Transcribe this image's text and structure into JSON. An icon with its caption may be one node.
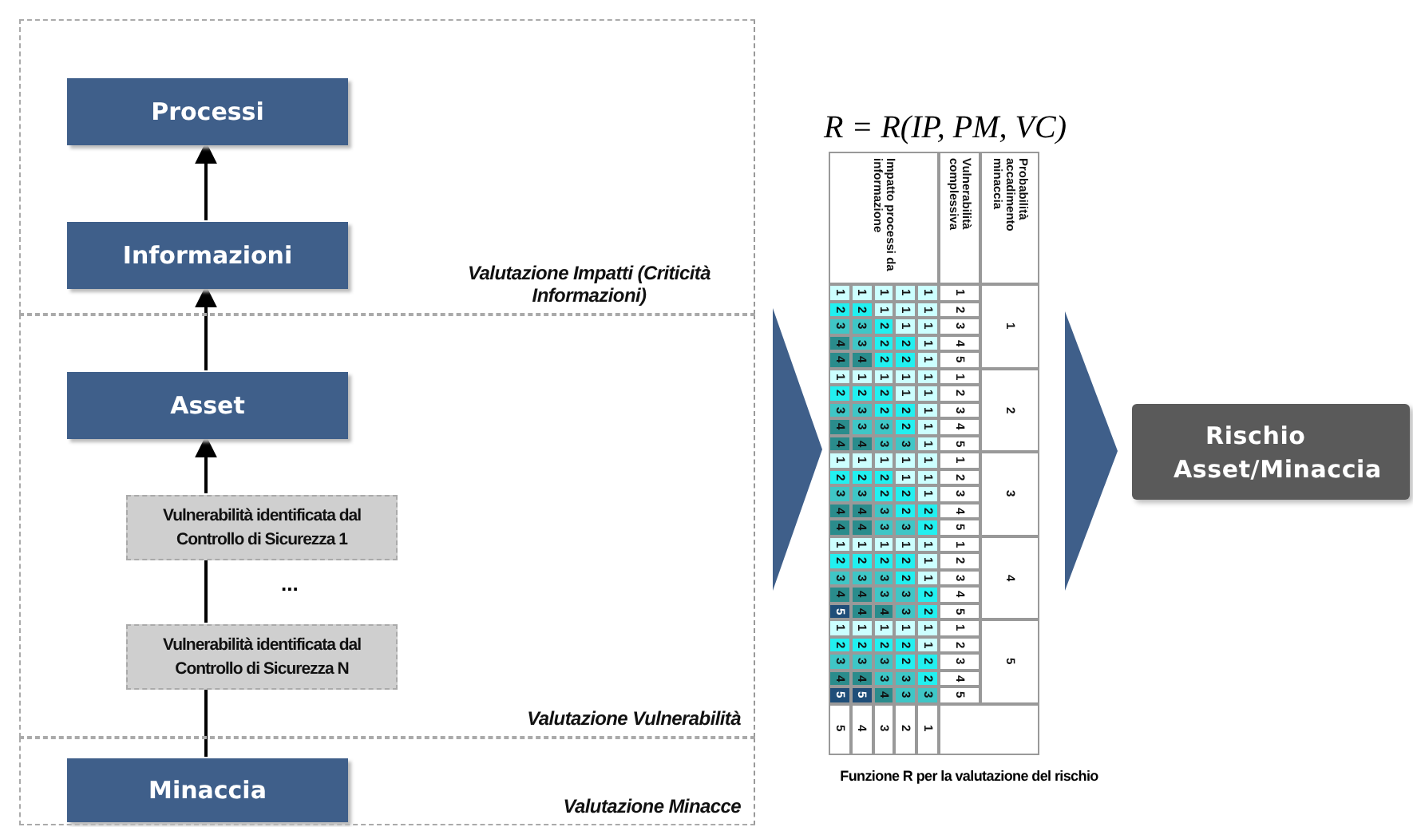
{
  "diagram": {
    "caption": "Funzione R per la valutazione del rischio",
    "nodes": [
      {
        "text": [
          "Valutazione Impatti (Criticità Informazioni)"
        ]
      },
      {
        "text": [
          "Processi"
        ],
        "in": 0
      },
      {
        "text": [
          "Informazioni"
        ],
        "in": 0
      },
      {
        "text": [
          "Valutazione Vulnerabilità"
        ]
      },
      {
        "text": [
          "Asset"
        ],
        "in": 3
      },
      {
        "text": [
          "Vulnerabilità  identificata dal Controllo di Sicurezza 1"
        ],
        "in": 3
      },
      {
        "text": [
          "Vulnerabilità  identificata dal Controllo di Sicurezza N"
        ],
        "in": 3
      },
      {
        "text": [
          "Valutazione Minacce"
        ]
      },
      {
        "text": [
          "Minaccia"
        ],
        "in": 7
      },
      {
        "text": [
          "R = R(IP, PM, VC)"
        ]
      },
      {
        "text": [
          "Rischio Asset/Minaccia"
        ]
      }
    ],
    "edges": [
      {
        "from": 2,
        "to": 1,
        "arrow": "to"
      },
      {
        "from": 4,
        "to": 2,
        "arrow": "to"
      },
      {
        "from": 5,
        "to": 4,
        "arrow": "to"
      },
      {
        "from": 6,
        "to": 5,
        "arrow": "none"
      },
      {
        "from": 8,
        "to": 6,
        "arrow": "none"
      },
      {
        "from": null,
        "to": 9,
        "arrow": "to",
        "style": "thick",
        "color": "#3f5f8a"
      },
      {
        "from": 9,
        "to": 10,
        "arrow": "to",
        "style": "thick",
        "color": "#3f5f8a"
      }
    ],
    "labels": [
      "...",
      "Impatto processi da informazione",
      "Vulnerabilità complessiva",
      "Probabilità accadimento minaccia",
      "1",
      "1",
      "1",
      "1",
      "1",
      "1",
      "1",
      "2",
      "2",
      "1",
      "1",
      "1",
      "2",
      "3",
      "3",
      "2",
      "1",
      "1",
      "3",
      "4",
      "3",
      "2",
      "2",
      "1",
      "4",
      "4",
      "4",
      "2",
      "2",
      "1",
      "5",
      "1",
      "1",
      "1",
      "1",
      "1",
      "1",
      "2",
      "2",
      "2",
      "2",
      "1",
      "1",
      "2",
      "3",
      "3",
      "2",
      "2",
      "1",
      "3",
      "4",
      "3",
      "3",
      "2",
      "1",
      "4",
      "4",
      "4",
      "3",
      "3",
      "1",
      "5",
      "1",
      "1",
      "1",
      "1",
      "1",
      "1",
      "3",
      "2",
      "2",
      "2",
      "1",
      "1",
      "2",
      "3",
      "3",
      "2",
      "2",
      "1",
      "3",
      "4",
      "4",
      "3",
      "2",
      "2",
      "4",
      "4",
      "4",
      "3",
      "3",
      "2",
      "5",
      "1",
      "1",
      "1",
      "1",
      "1",
      "1",
      "4",
      "2",
      "2",
      "2",
      "2",
      "1",
      "2",
      "3",
      "3",
      "3",
      "2",
      "1",
      "3",
      "4",
      "4",
      "3",
      "3",
      "2",
      "4",
      "5",
      "4",
      "4",
      "3",
      "2",
      "5",
      "1",
      "1",
      "1",
      "1",
      "1",
      "1",
      "5",
      "2",
      "2",
      "2",
      "2",
      "1",
      "2",
      "3",
      "3",
      "3",
      "2",
      "2",
      "3",
      "4",
      "4",
      "3",
      "3",
      "2",
      "4",
      "5",
      "5",
      "4",
      "3",
      "3",
      "5",
      "5",
      "4",
      "3",
      "2",
      "1"
    ]
  }
}
